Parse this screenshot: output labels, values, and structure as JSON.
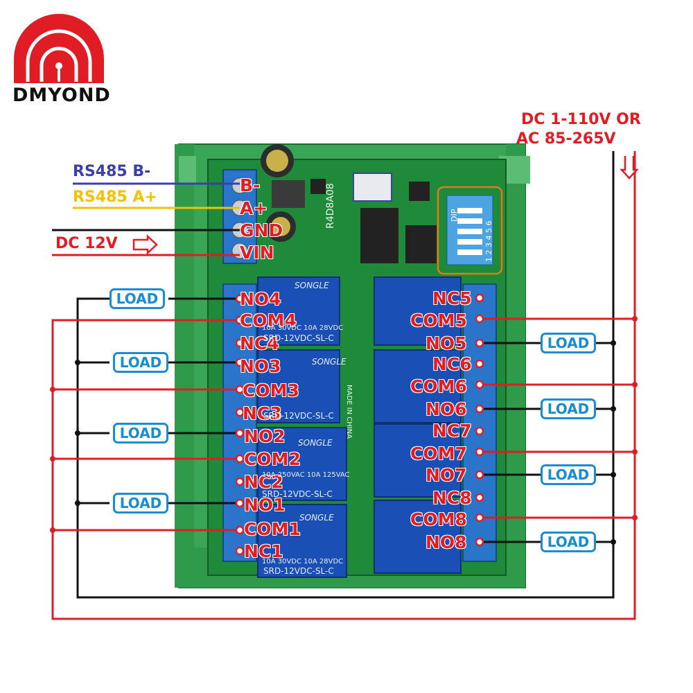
{
  "brand": {
    "name": "DMYOND"
  },
  "power_note": {
    "line1": "DC 1-110V OR",
    "line2": "AC 85-265V"
  },
  "inputs": {
    "rs485_b": "RS485 B-",
    "rs485_a": "RS485 A+",
    "dc12v": "DC 12V"
  },
  "input_terminals": [
    "B-",
    "A+",
    "GND",
    "VIN"
  ],
  "left_terminals": [
    "NO4",
    "COM4",
    "NC4",
    "NO3",
    "COM3",
    "NC3",
    "NO2",
    "COM2",
    "NC2",
    "NO1",
    "COM1",
    "NC1"
  ],
  "right_terminals": [
    "NC5",
    "COM5",
    "NO5",
    "NC6",
    "COM6",
    "NO6",
    "NC7",
    "COM7",
    "NO7",
    "NC8",
    "COM8",
    "NO8"
  ],
  "load_label": "LOAD",
  "board": {
    "model": "R4D8A08",
    "dip_label": "DIP",
    "dip_numbers": "1 2 3 4 5 6",
    "made_in": "MADE IN CHINA",
    "relay_brand": "SONGLE",
    "relay_model": "SRD-12VDC-SL-C",
    "relay_rating_1": "10A 250VAC  10A 125VAC",
    "relay_rating_2": "10A 30VDC  10A 28VDC"
  },
  "colors": {
    "wire_red": "#e01c24",
    "wire_black": "#111111",
    "wire_blue": "#3b3fa8",
    "wire_yellow": "#f2c200",
    "load_blue": "#1a8ccf",
    "pcb_green": "#1f8a3a",
    "rail_green": "#3aa655",
    "relay_blue": "#1a4fb5",
    "terminal_blue": "#2a74c9"
  }
}
